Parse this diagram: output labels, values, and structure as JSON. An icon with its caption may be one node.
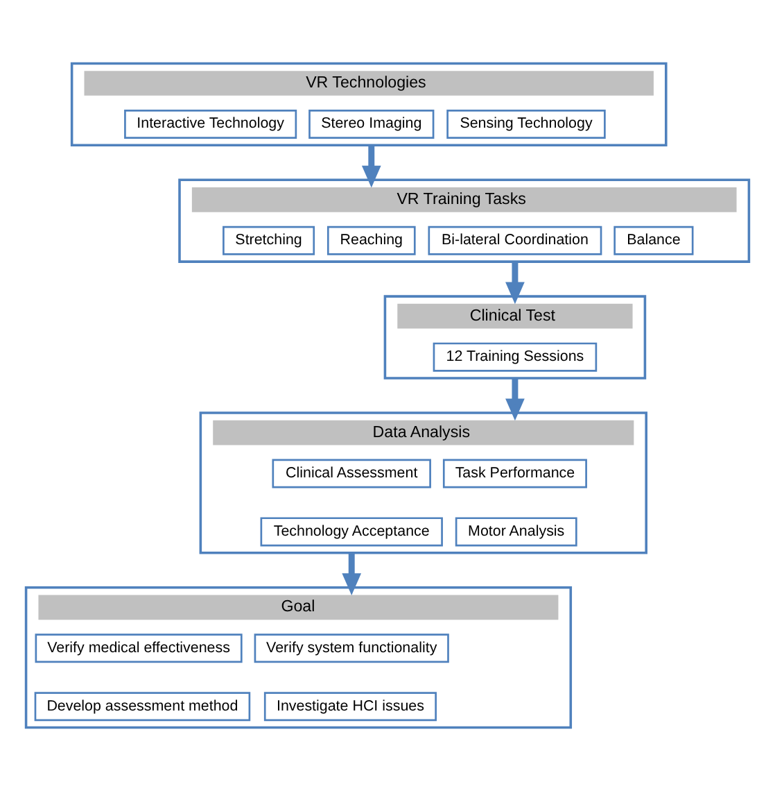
{
  "diagram": {
    "nodes": [
      {
        "text": [
          "VR Technologies"
        ]
      },
      {
        "text": [
          "Interactive Technology"
        ],
        "in": 0
      },
      {
        "text": [
          "Stereo Imaging"
        ],
        "in": 0
      },
      {
        "text": [
          "Sensing Technology"
        ],
        "in": 0
      },
      {
        "text": [
          "VR Training Tasks"
        ]
      },
      {
        "text": [
          "Stretching"
        ],
        "in": 4
      },
      {
        "text": [
          "Reaching"
        ],
        "in": 4
      },
      {
        "text": [
          "Bi-lateral Coordination"
        ],
        "in": 4
      },
      {
        "text": [
          "Balance"
        ],
        "in": 4
      },
      {
        "text": [
          "Clinical Test"
        ]
      },
      {
        "text": [
          "12 Training Sessions"
        ],
        "in": 9
      },
      {
        "text": [
          "Data Analysis"
        ]
      },
      {
        "text": [
          "Clinical Assessment"
        ],
        "in": 11
      },
      {
        "text": [
          "Task Performance"
        ],
        "in": 11
      },
      {
        "text": [
          "Technology Acceptance"
        ],
        "in": 11
      },
      {
        "text": [
          "Motor Analysis"
        ],
        "in": 11
      },
      {
        "text": [
          "Goal"
        ]
      },
      {
        "text": [
          "Verify medical effectiveness"
        ],
        "in": 16
      },
      {
        "text": [
          "Verify system functionality"
        ],
        "in": 16
      },
      {
        "text": [
          "Develop assessment method"
        ],
        "in": 16
      },
      {
        "text": [
          "Investigate HCI issues"
        ],
        "in": 16
      }
    ],
    "edges": [
      {
        "from": 0,
        "to": 4,
        "arrow": "to"
      },
      {
        "from": 4,
        "to": 9,
        "arrow": "to"
      },
      {
        "from": 9,
        "to": 11,
        "arrow": "to"
      },
      {
        "from": 11,
        "to": 16,
        "arrow": "to"
      }
    ]
  }
}
